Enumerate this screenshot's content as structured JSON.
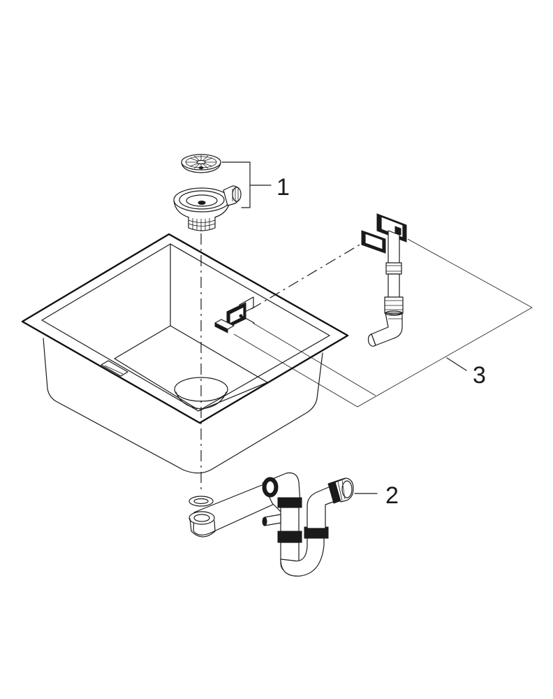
{
  "callouts": {
    "item_1": "1",
    "item_2": "2",
    "item_3": "3"
  },
  "colors": {
    "line": "#1a1a1a",
    "background": "#ffffff"
  }
}
